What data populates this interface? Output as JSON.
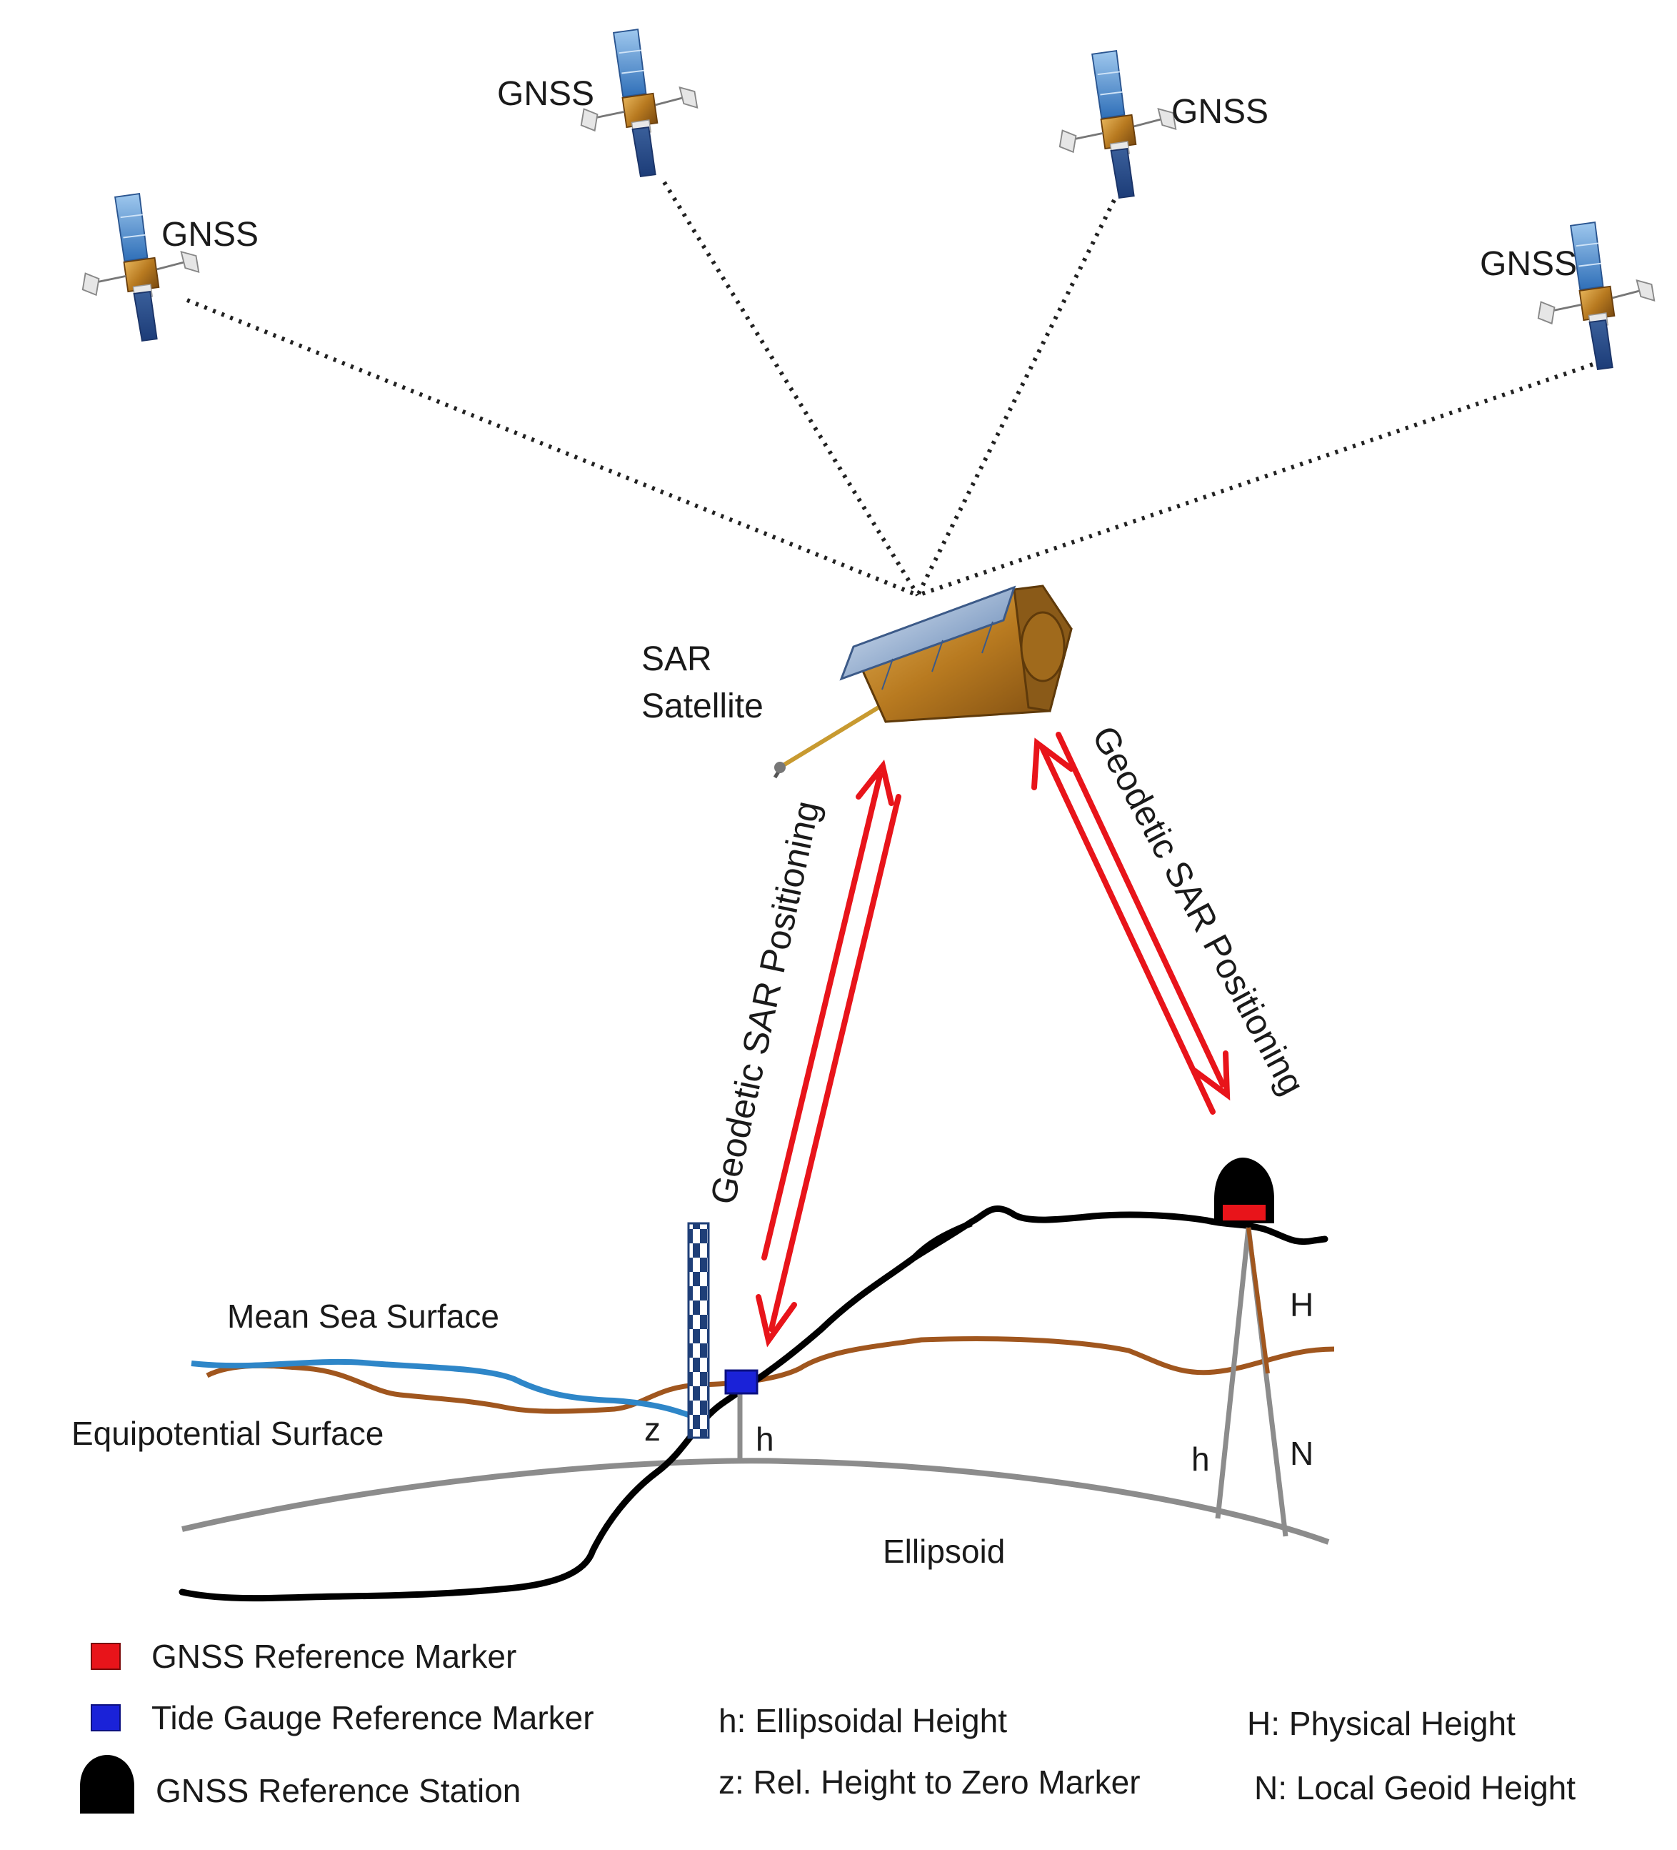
{
  "gnss_satellites": [
    {
      "label": "GNSS"
    },
    {
      "label": "GNSS"
    },
    {
      "label": "GNSS"
    },
    {
      "label": "GNSS"
    }
  ],
  "sar_satellite": {
    "line1": "SAR",
    "line2": "Satellite"
  },
  "positioning": {
    "left_label": "Geodetic SAR Positioning",
    "right_label": "Geodetic SAR Positioning",
    "arrow_color": "#e8141a"
  },
  "surfaces": {
    "mean_sea_surface": "Mean Sea Surface",
    "equipotential_surface": "Equipotential  Surface",
    "ellipsoid": "Ellipsoid"
  },
  "height_marks": {
    "z": "z",
    "h_tide": "h",
    "h_station": "h",
    "H": "H",
    "N": "N"
  },
  "colors": {
    "terrain": "#000000",
    "sea": "#2e86c8",
    "geoid": "#a0561e",
    "ellipsoid": "#8c8c8c",
    "gnss_marker": "#e8141a",
    "tide_marker": "#1a22d8"
  },
  "legend": {
    "gnss_reference_marker": "GNSS  Reference Marker",
    "tide_gauge_reference_marker": "Tide Gauge  Reference Marker",
    "gnss_reference_station": "GNSS  Reference Station",
    "h_def": "h: Ellipsoidal Height",
    "z_def": "z: Rel. Height to Zero Marker",
    "H_def": "H: Physical Height",
    "N_def": "N: Local Geoid  Height"
  }
}
